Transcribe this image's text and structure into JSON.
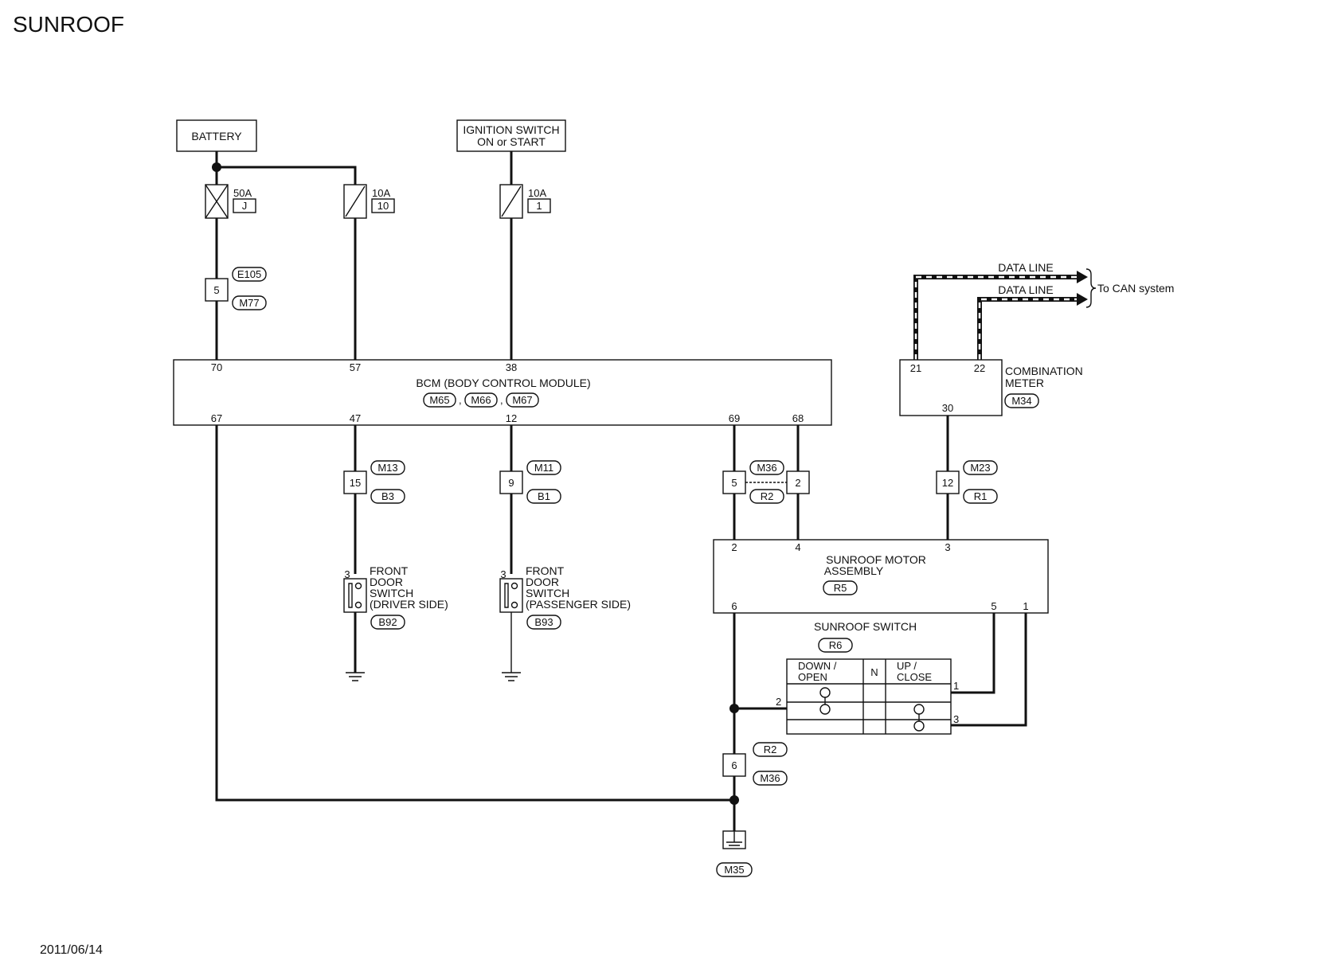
{
  "title": "SUNROOF",
  "date": "2011/06/14",
  "battery": "BATTERY",
  "ignition": {
    "line1": "IGNITION SWITCH",
    "line2": "ON or START"
  },
  "fuses": [
    {
      "rating": "50A",
      "id": "J"
    },
    {
      "rating": "10A",
      "id": "10"
    },
    {
      "rating": "10A",
      "id": "1"
    }
  ],
  "connector_e105": {
    "pin": "5",
    "top": "E105",
    "bottom": "M77"
  },
  "bcm": {
    "label": "BCM (BODY CONTROL MODULE)",
    "connectors": [
      "M65",
      "M66",
      "M67"
    ],
    "sep": ",",
    "top_pins": [
      "70",
      "57",
      "38"
    ],
    "bottom_pins": [
      "67",
      "47",
      "12",
      "69",
      "68"
    ]
  },
  "data_lines": [
    "DATA LINE",
    "DATA LINE"
  ],
  "can_label": "To CAN system",
  "combination_meter": {
    "line1": "COMBINATION",
    "line2": "METER",
    "connector": "M34",
    "pins": [
      "21",
      "22",
      "30"
    ]
  },
  "inline_connectors": [
    {
      "pin": "15",
      "top": "M13",
      "bottom": "B3"
    },
    {
      "pin": "9",
      "top": "M11",
      "bottom": "B1"
    },
    {
      "pin_left": "5",
      "pin_right": "2",
      "top": "M36",
      "bottom": "R2"
    },
    {
      "pin": "12",
      "top": "M23",
      "bottom": "R1"
    },
    {
      "pin": "6",
      "top": "R2",
      "bottom": "M36"
    }
  ],
  "driver_switch": {
    "pin": "3",
    "lines": [
      "FRONT",
      "DOOR",
      "SWITCH",
      "(DRIVER SIDE)"
    ],
    "connector": "B92"
  },
  "passenger_switch": {
    "pin": "3",
    "lines": [
      "FRONT",
      "DOOR",
      "SWITCH",
      "(PASSENGER SIDE)"
    ],
    "connector": "B93"
  },
  "motor": {
    "line1": "SUNROOF MOTOR",
    "line2": "ASSEMBLY",
    "connector": "R5",
    "top_pins": [
      "2",
      "4",
      "3"
    ],
    "bottom_pins": [
      "6",
      "5",
      "1"
    ]
  },
  "sunroof_switch": {
    "label": "SUNROOF SWITCH",
    "connector": "R6",
    "col_down": [
      "DOWN /",
      "OPEN"
    ],
    "col_n": "N",
    "col_up": [
      "UP /",
      "CLOSE"
    ],
    "pins": [
      "1",
      "2",
      "3"
    ]
  },
  "ground_connector": "M35"
}
